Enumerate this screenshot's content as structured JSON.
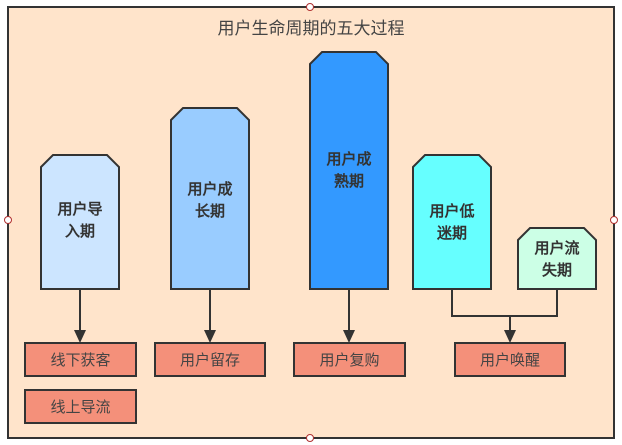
{
  "title": "用户生命周期的五大过程",
  "colors": {
    "background": "#ffe4cb",
    "border": "#333333",
    "action_box": "#f4907a"
  },
  "stages": [
    {
      "line1": "用户导",
      "line2": "入期",
      "color": "#cce5ff"
    },
    {
      "line1": "用户成",
      "line2": "长期",
      "color": "#99ccff"
    },
    {
      "line1": "用户成",
      "line2": "熟期",
      "color": "#3399ff"
    },
    {
      "line1": "用户低",
      "line2": "迷期",
      "color": "#66ffff"
    },
    {
      "line1": "用户流",
      "line2": "失期",
      "color": "#ccffe6"
    }
  ],
  "actions": [
    "线下获客",
    "线上导流",
    "用户留存",
    "用户复购",
    "用户唤醒"
  ]
}
